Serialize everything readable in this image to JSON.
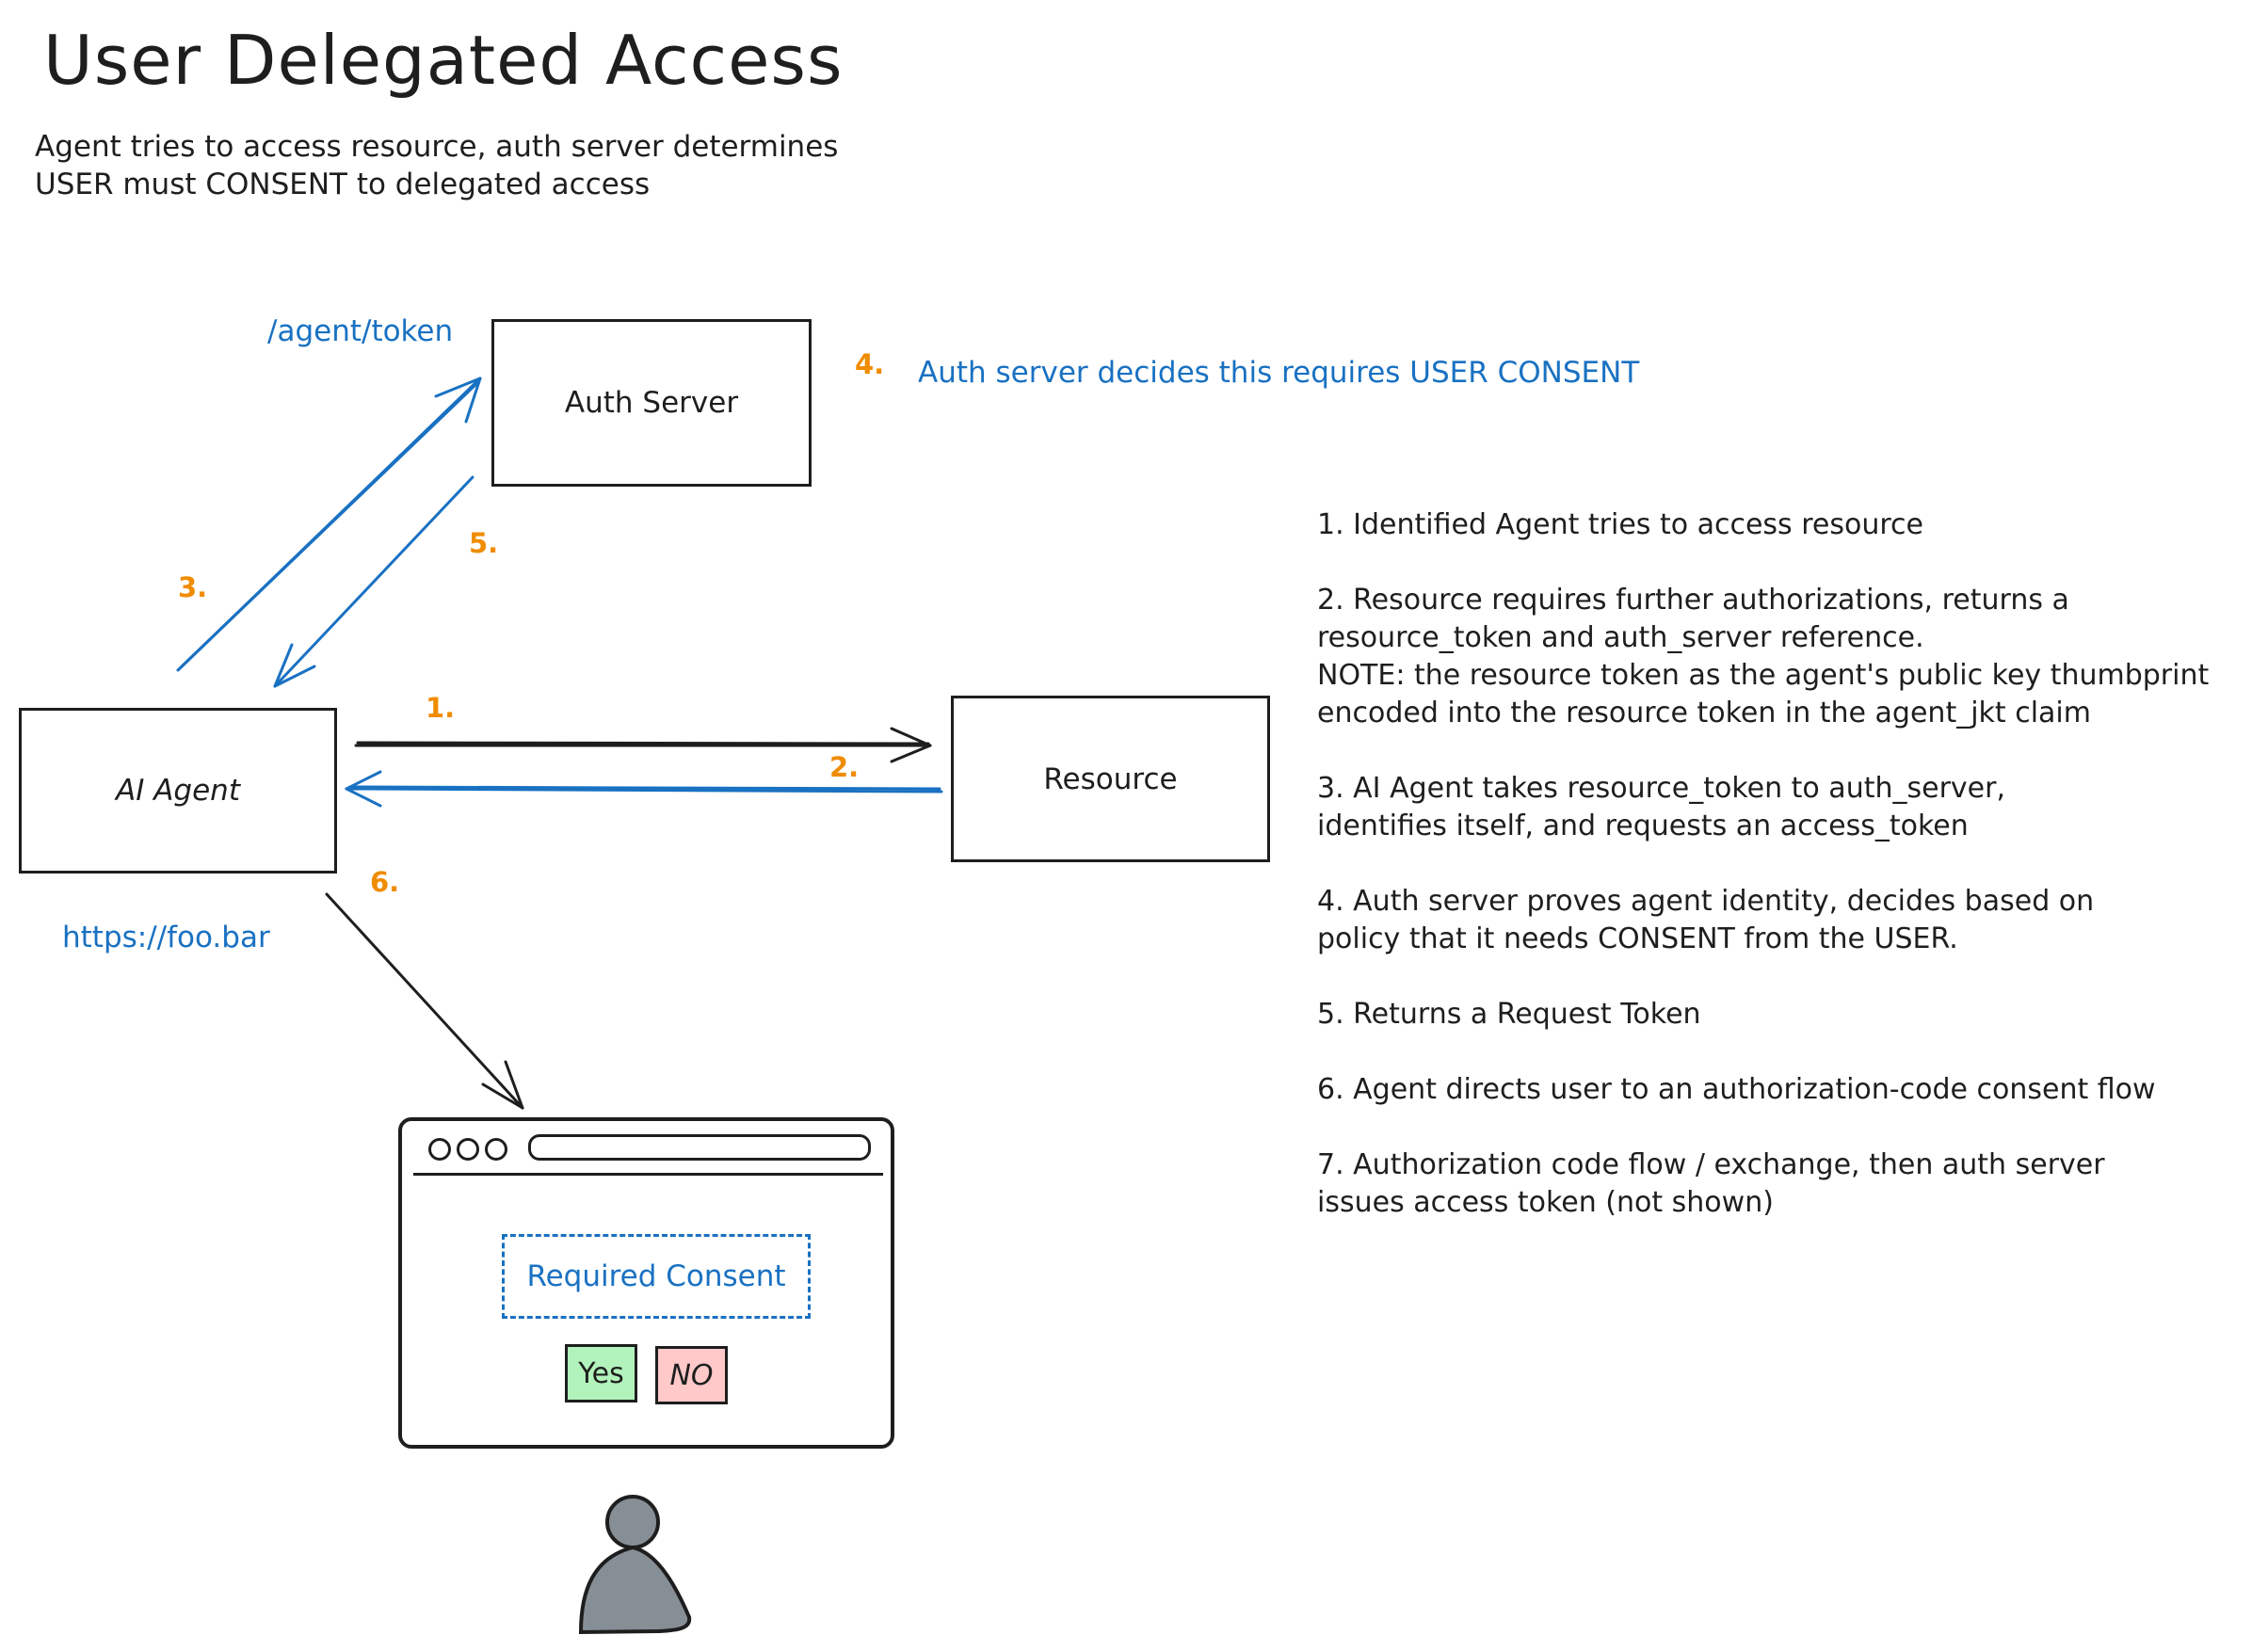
{
  "title": "User Delegated Access",
  "subtitle": "Agent tries to access resource, auth server determines\nUSER must CONSENT to delegated access",
  "colors": {
    "ink": "#1e1e1e",
    "blue": "#1971c2",
    "orange": "#f08c00",
    "yes_fill": "#b2f2bb",
    "no_fill": "#ffc9c9",
    "person_fill": "#868e96"
  },
  "nodes": {
    "auth_server": "Auth Server",
    "ai_agent": "AI Agent",
    "resource": "Resource"
  },
  "annotations": {
    "agent_token_endpoint": "/agent/token",
    "agent_url": "https://foo.bar",
    "auth_decision_number": "4.",
    "auth_decision_text": "Auth server decides this requires USER CONSENT"
  },
  "arrow_labels": {
    "step1": "1.",
    "step2": "2.",
    "step3": "3.",
    "step5": "5.",
    "step6": "6."
  },
  "consent_window": {
    "heading": "Required Consent",
    "yes_label": "Yes",
    "no_label": "NO"
  },
  "steps": [
    "1. Identified Agent tries to access resource",
    "2. Resource requires further authorizations, returns a\nresource_token and auth_server reference.\nNOTE: the resource token as the agent's public key thumbprint\nencoded into the resource token in the agent_jkt claim",
    "3. AI Agent takes resource_token to auth_server,\nidentifies itself, and requests an access_token",
    "4. Auth server proves agent identity, decides based on\npolicy that it needs CONSENT from the USER.",
    "5. Returns a Request Token",
    "6. Agent directs user to an authorization-code consent flow",
    "7. Authorization code flow / exchange, then auth server\nissues access token (not shown)"
  ]
}
